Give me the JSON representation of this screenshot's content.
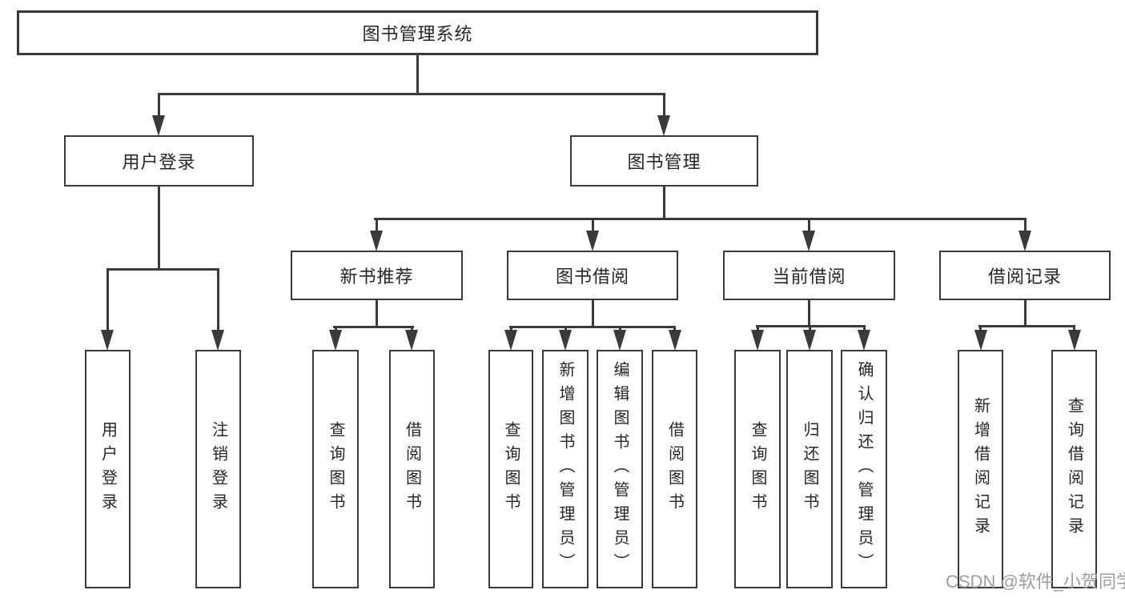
{
  "diagram_title": "图书管理系统",
  "tree": {
    "root": {
      "label": "图书管理系统"
    },
    "branches": [
      {
        "label": "用户登录",
        "children": [
          {
            "label": "用户登录"
          },
          {
            "label": "注销登录"
          }
        ]
      },
      {
        "label": "图书管理",
        "children": [
          {
            "label": "新书推荐",
            "children": [
              {
                "label": "查询图书"
              },
              {
                "label": "借阅图书"
              }
            ]
          },
          {
            "label": "图书借阅",
            "children": [
              {
                "label": "查询图书"
              },
              {
                "label": "新增图书（管理员）"
              },
              {
                "label": "编辑图书（管理员）"
              },
              {
                "label": "借阅图书"
              }
            ]
          },
          {
            "label": "当前借阅",
            "children": [
              {
                "label": "查询图书"
              },
              {
                "label": "归还图书"
              },
              {
                "label": "确认归还（管理员）"
              }
            ]
          },
          {
            "label": "借阅记录",
            "children": [
              {
                "label": "新增借阅记录"
              },
              {
                "label": "查询借阅记录"
              }
            ]
          }
        ]
      }
    ]
  },
  "watermark": "CSDN @软件_小贺同学",
  "colors": {
    "line": "#3a3a3a",
    "box_border": "#3a3a3a",
    "box_background": "#ffffff",
    "text": "#262626",
    "watermark": "#9d9d9d",
    "page_background": "#ffffff"
  }
}
